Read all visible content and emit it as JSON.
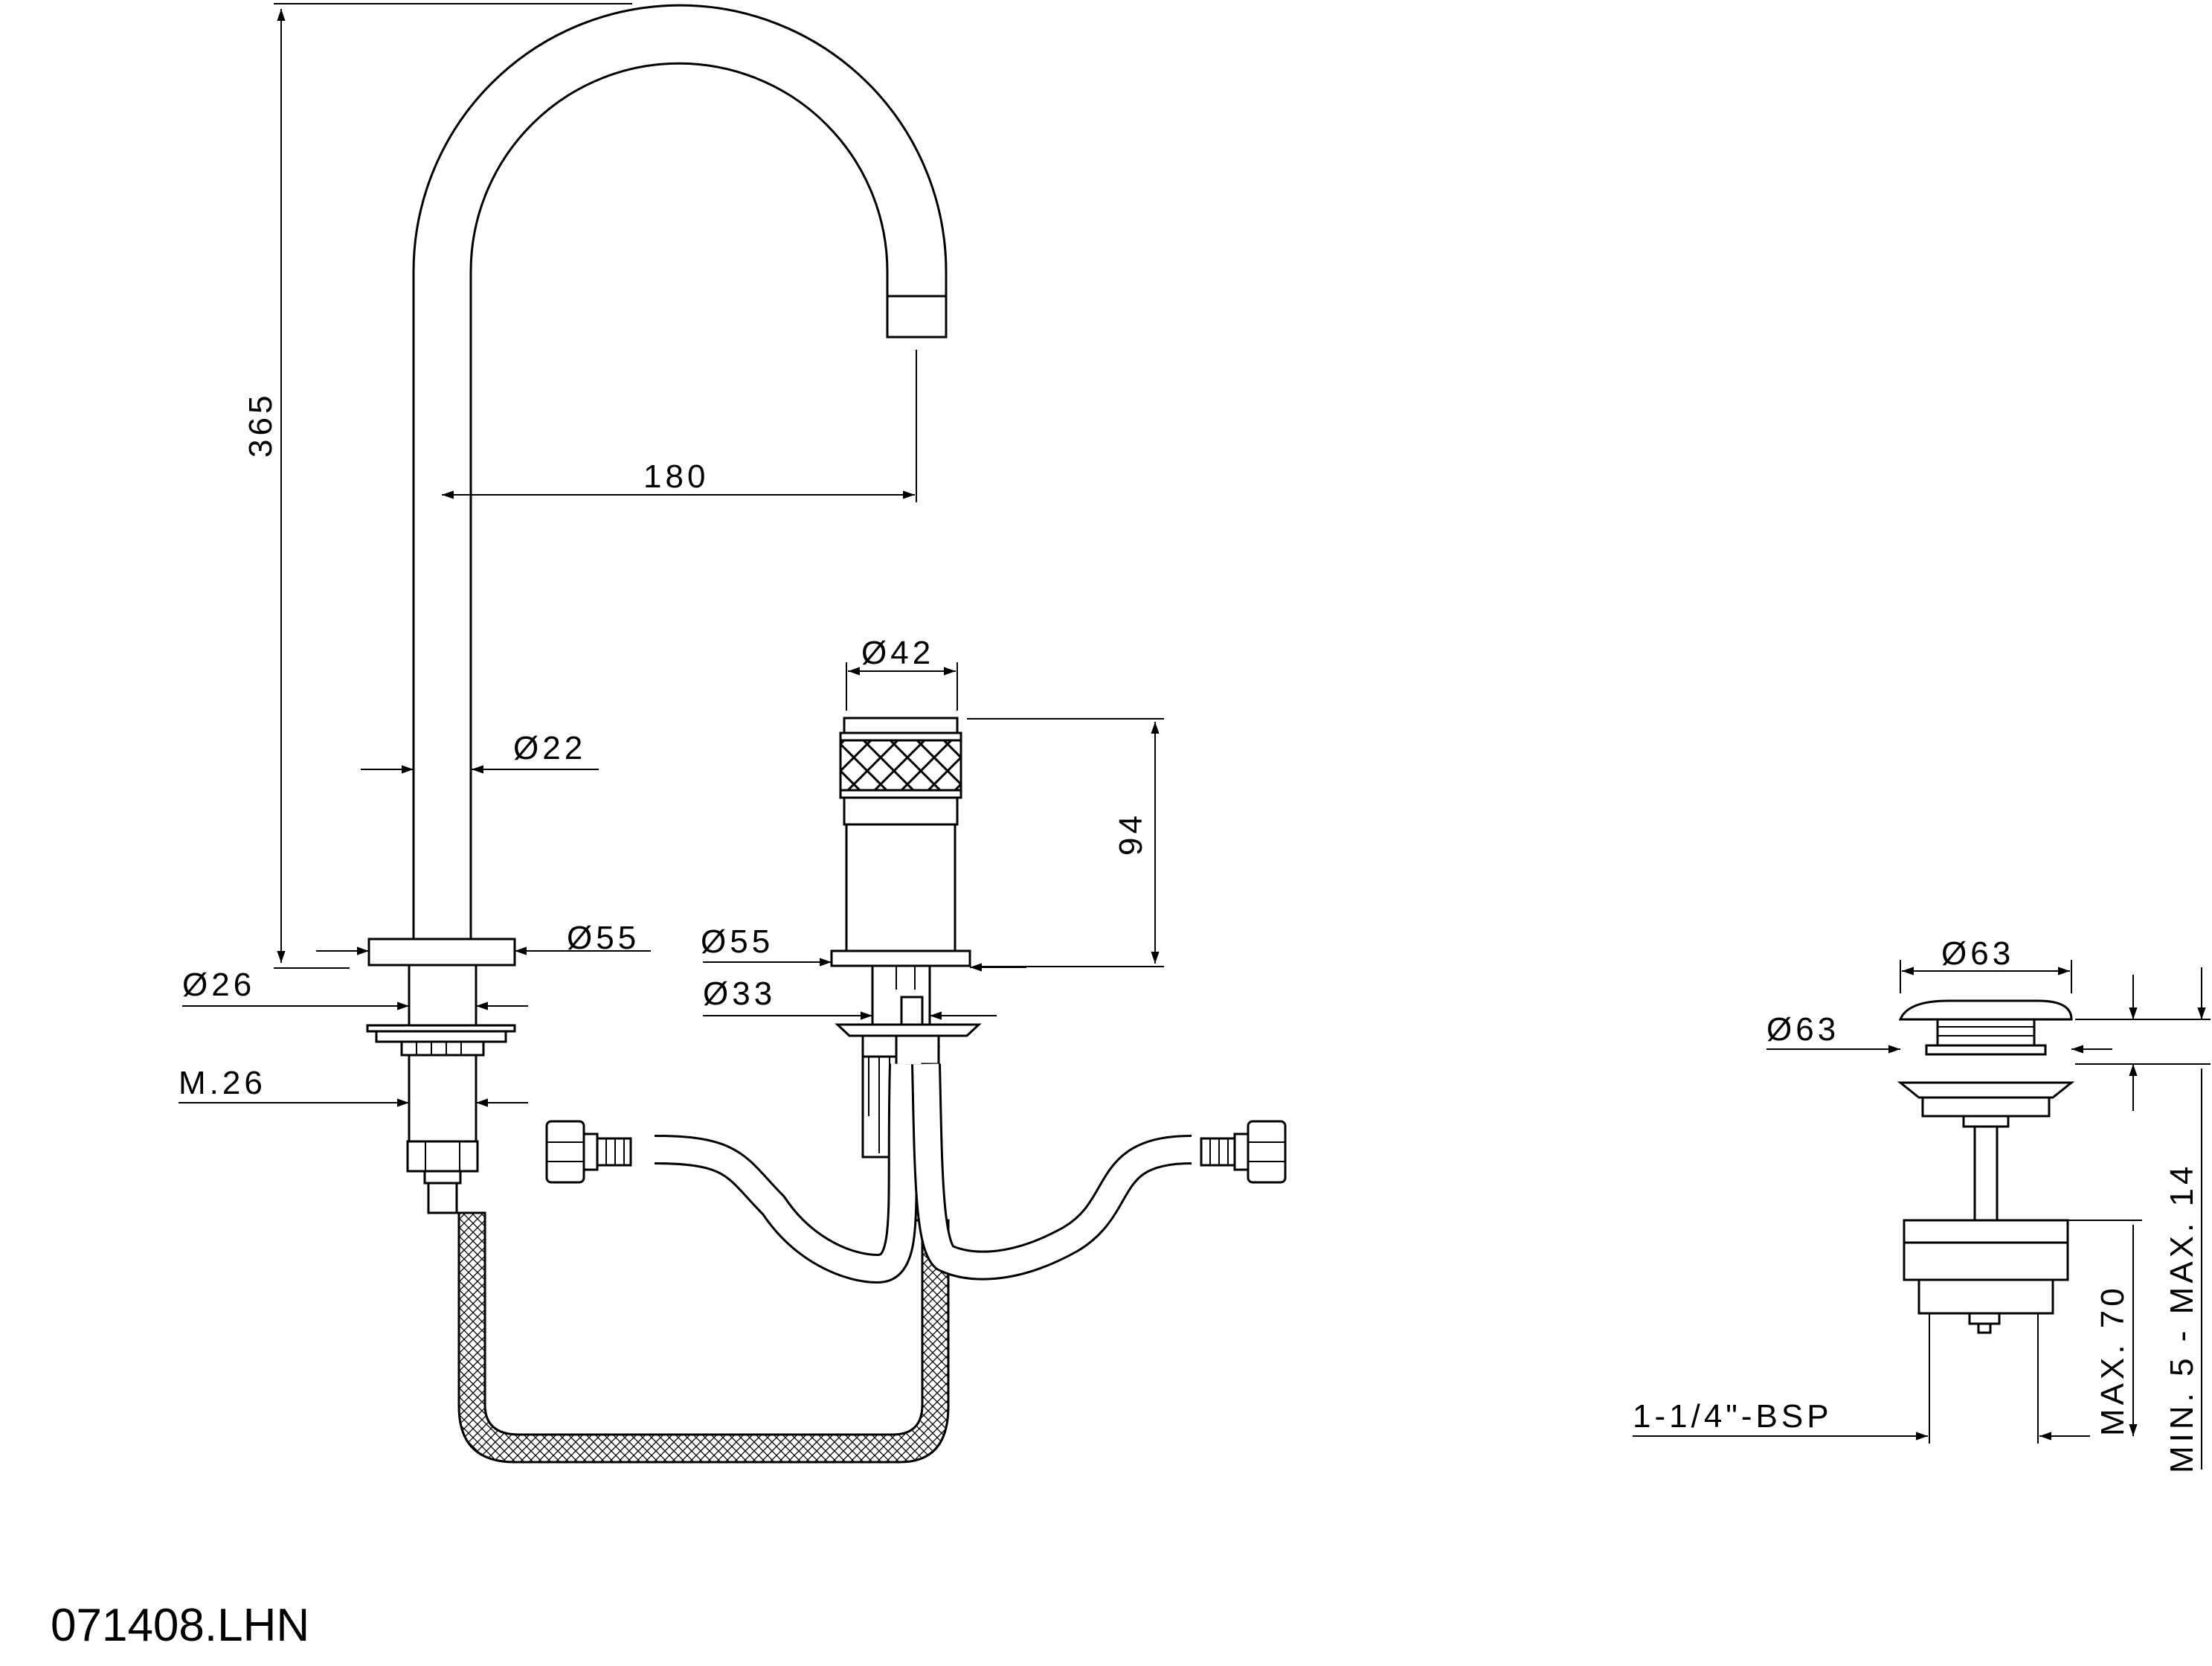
{
  "drawing": {
    "product_code": "071408.LHN",
    "colors": {
      "ink": "#000000",
      "paper": "#ffffff"
    }
  },
  "spout": {
    "height": "365",
    "reach": "180",
    "pipe_diameter": "Ø22",
    "base_diameter": "Ø55",
    "shank_diameter": "Ø26",
    "thread": "M.26"
  },
  "handle": {
    "knob_diameter": "Ø42",
    "height": "94",
    "base_diameter": "Ø55",
    "shank_diameter": "Ø33"
  },
  "drain": {
    "cap_diameter_top": "Ø63",
    "cap_diameter_side": "Ø63",
    "thread": "1-1/4\"-BSP",
    "max_length": "MAX. 70",
    "thickness_range": "MIN. 5 - MAX. 14"
  }
}
